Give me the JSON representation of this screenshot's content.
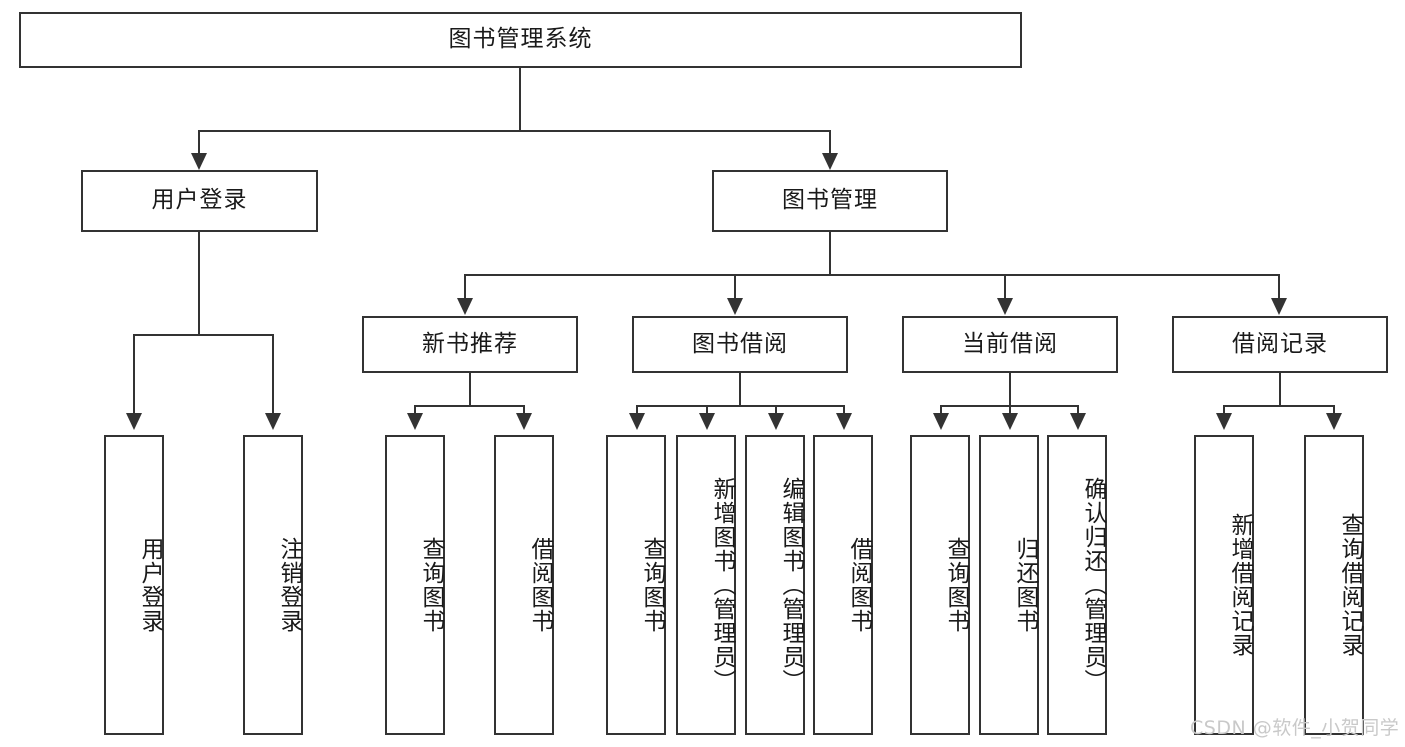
{
  "diagram": {
    "title": "图书管理系统",
    "type": "hierarchy-tree",
    "root": {
      "label": "图书管理系统"
    },
    "level2": [
      {
        "label": "用户登录"
      },
      {
        "label": "图书管理"
      }
    ],
    "level3": [
      {
        "label": "新书推荐"
      },
      {
        "label": "图书借阅"
      },
      {
        "label": "当前借阅"
      },
      {
        "label": "借阅记录"
      }
    ],
    "leaves": {
      "user_login": [
        {
          "label": "用户登录"
        },
        {
          "label": "注销登录"
        }
      ],
      "new_book_recommend": [
        {
          "label": "查询图书"
        },
        {
          "label": "借阅图书"
        }
      ],
      "book_borrow": [
        {
          "label": "查询图书"
        },
        {
          "label": "新增图书（管理员）"
        },
        {
          "label": "编辑图书（管理员）"
        },
        {
          "label": "借阅图书"
        }
      ],
      "current_borrow": [
        {
          "label": "查询图书"
        },
        {
          "label": "归还图书"
        },
        {
          "label": "确认归还（管理员）"
        }
      ],
      "borrow_record": [
        {
          "label": "新增借阅记录"
        },
        {
          "label": "查询借阅记录"
        }
      ]
    }
  },
  "watermark": {
    "text": "CSDN @软件_小贺同学"
  },
  "colors": {
    "border": "#333333",
    "text": "#1a1a1a",
    "background": "#ffffff",
    "watermark": "#c9c9c9"
  }
}
